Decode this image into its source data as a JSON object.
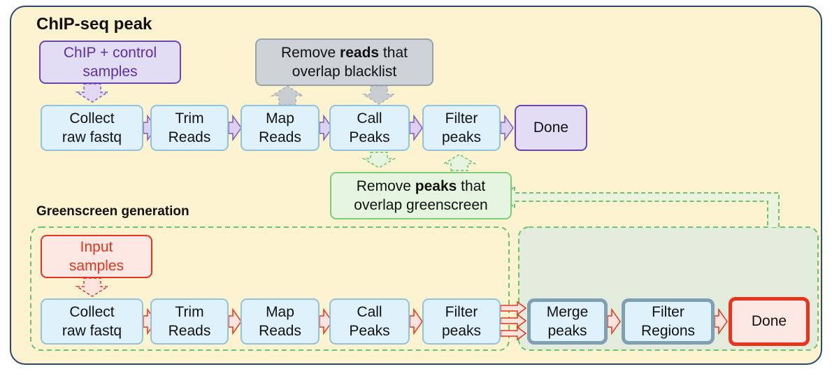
{
  "title_chip": "ChIP-seq peak",
  "title_green": "Greenscreen generation",
  "chip_samples": "ChIP + control\nsamples",
  "blacklist": {
    "pre": "Remove ",
    "bold": "reads",
    "post": " that\noverlap blacklist"
  },
  "greenscreen_note": {
    "pre": "Remove ",
    "bold": "peaks",
    "post": " that\noverlap greenscreen"
  },
  "top_steps": [
    "Collect\nraw fastq",
    "Trim\nReads",
    "Map\nReads",
    "Call\nPeaks",
    "Filter\npeaks"
  ],
  "top_done": "Done",
  "input_samples": "Input\nsamples",
  "bottom_steps": [
    "Collect\nraw fastq",
    "Trim\nReads",
    "Map\nReads",
    "Call\nPeaks",
    "Filter\npeaks"
  ],
  "merge": "Merge\npeaks",
  "filter_regions": "Filter\nRegions",
  "bottom_done": "Done",
  "colors": {
    "frame_bg": "#fdf3d1",
    "frame_border": "#2d4a6e",
    "step_bg": "#dff1fb",
    "step_border": "#8fc3de",
    "purple": "#7b5ab8",
    "red": "#e8331d",
    "green_dash": "#6cc46a",
    "gray": "#a7b0b6"
  }
}
